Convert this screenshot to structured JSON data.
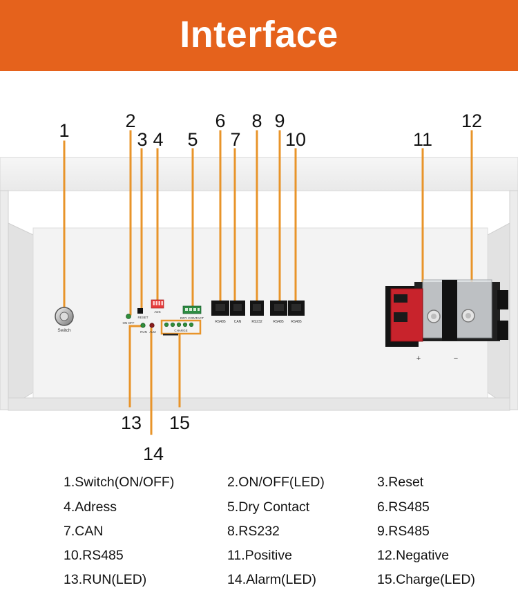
{
  "header": {
    "title": "Interface"
  },
  "panel": {
    "switch_label": "Switch",
    "on_off_label": "ON OFF",
    "reset_label": "RESET",
    "address_label": "ADS",
    "dry_contact_label": "DRY CONTACT",
    "run_label": "RUN",
    "alarm_label": "ALM",
    "charge_label": "CHARGE",
    "ports": [
      "RS485",
      "CAN",
      "RS232",
      "RS485",
      "RS485"
    ],
    "positive_sign": "+",
    "negative_sign": "−"
  },
  "callouts": [
    "1",
    "2",
    "3",
    "4",
    "5",
    "6",
    "7",
    "8",
    "9",
    "10",
    "11",
    "12",
    "13",
    "14",
    "15"
  ],
  "legend": {
    "rows": [
      [
        "1.Switch(ON/OFF)",
        "2.ON/OFF(LED)",
        "3.Reset"
      ],
      [
        "4.Adress",
        "5.Dry Contact",
        "6.RS485"
      ],
      [
        "7.CAN",
        "8.RS232",
        "9.RS485"
      ],
      [
        "10.RS485",
        "11.Positive",
        "12.Negative"
      ],
      [
        "13.RUN(LED)",
        "14.Alarm(LED)",
        "15.Charge(LED)"
      ]
    ]
  },
  "colors": {
    "banner": "#e5621c",
    "leader": "#e8942a",
    "terminal_red": "#c8232c"
  }
}
